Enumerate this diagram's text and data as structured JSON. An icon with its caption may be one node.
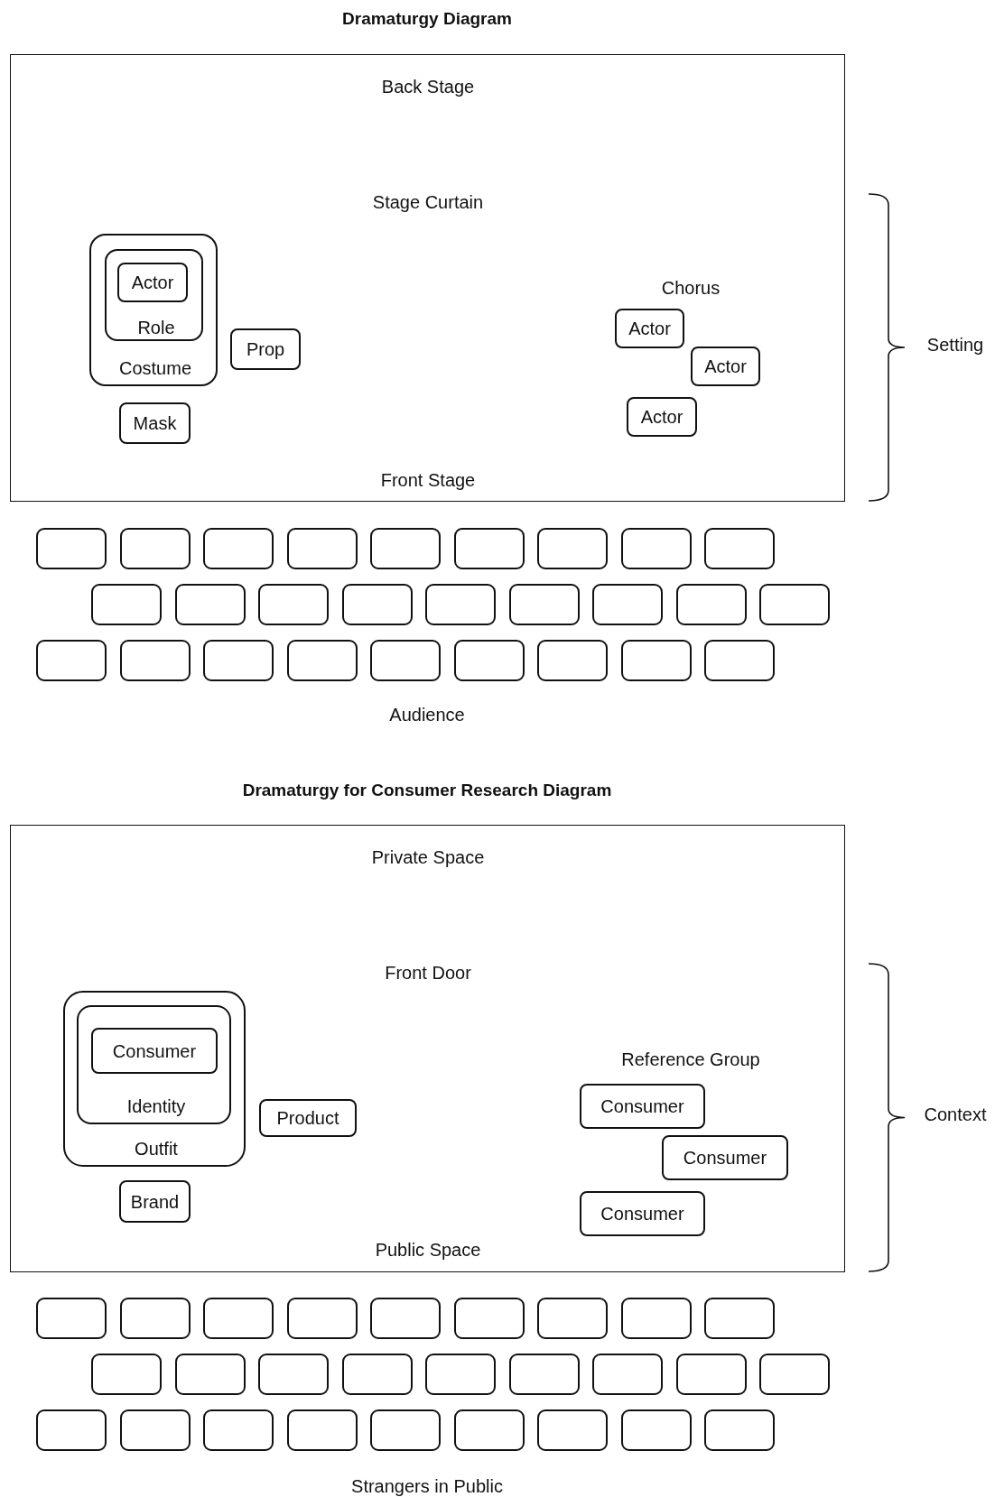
{
  "diagram": {
    "title": "Dramaturgy Diagram",
    "nodes": [
      {
        "text": [
          "Back Stage",
          "Stage Curtain",
          "Front Stage"
        ]
      },
      {
        "text": [
          "Costume"
        ],
        "in": 0
      },
      {
        "text": [
          "Role"
        ],
        "in": 1
      },
      {
        "text": [
          "Actor"
        ],
        "in": 2
      },
      {
        "text": [
          "Prop"
        ],
        "in": 0
      },
      {
        "text": [
          "Mask"
        ],
        "in": 0
      },
      {
        "text": [
          "Actor"
        ],
        "in": 0
      },
      {
        "text": [
          "Actor"
        ],
        "in": 0
      },
      {
        "text": [
          "Actor"
        ],
        "in": 0
      },
      {
        "text": [],
        "shape": "box"
      },
      {
        "text": [],
        "shape": "box"
      },
      {
        "text": [],
        "shape": "box"
      },
      {
        "text": [],
        "shape": "box"
      },
      {
        "text": [],
        "shape": "box"
      },
      {
        "text": [],
        "shape": "box"
      },
      {
        "text": [],
        "shape": "box"
      },
      {
        "text": [],
        "shape": "box"
      },
      {
        "text": [],
        "shape": "box"
      },
      {
        "text": [],
        "shape": "box"
      },
      {
        "text": [],
        "shape": "box"
      },
      {
        "text": [],
        "shape": "box"
      },
      {
        "text": [],
        "shape": "box"
      },
      {
        "text": [],
        "shape": "box"
      },
      {
        "text": [],
        "shape": "box"
      },
      {
        "text": [],
        "shape": "box"
      },
      {
        "text": [],
        "shape": "box"
      },
      {
        "text": [],
        "shape": "box"
      },
      {
        "text": [],
        "shape": "box"
      },
      {
        "text": [],
        "shape": "box"
      },
      {
        "text": [],
        "shape": "box"
      },
      {
        "text": [],
        "shape": "box"
      },
      {
        "text": [],
        "shape": "box"
      },
      {
        "text": [],
        "shape": "box"
      },
      {
        "text": [],
        "shape": "box"
      },
      {
        "text": [],
        "shape": "box"
      },
      {
        "text": [],
        "shape": "box"
      },
      {
        "text": [
          "Private Space",
          "Front Door",
          "Public Space"
        ]
      },
      {
        "text": [
          "Outfit"
        ],
        "in": 36
      },
      {
        "text": [
          "Identity"
        ],
        "in": 37
      },
      {
        "text": [
          "Consumer"
        ],
        "in": 38
      },
      {
        "text": [
          "Product"
        ],
        "in": 36
      },
      {
        "text": [
          "Brand"
        ],
        "in": 36
      },
      {
        "text": [
          "Consumer"
        ],
        "in": 36
      },
      {
        "text": [
          "Consumer"
        ],
        "in": 36
      },
      {
        "text": [
          "Consumer"
        ],
        "in": 36
      },
      {
        "text": [],
        "shape": "box"
      },
      {
        "text": [],
        "shape": "box"
      },
      {
        "text": [],
        "shape": "box"
      },
      {
        "text": [],
        "shape": "box"
      },
      {
        "text": [],
        "shape": "box"
      },
      {
        "text": [],
        "shape": "box"
      },
      {
        "text": [],
        "shape": "box"
      },
      {
        "text": [],
        "shape": "box"
      },
      {
        "text": [],
        "shape": "box"
      },
      {
        "text": [],
        "shape": "box"
      },
      {
        "text": [],
        "shape": "box"
      },
      {
        "text": [],
        "shape": "box"
      },
      {
        "text": [],
        "shape": "box"
      },
      {
        "text": [],
        "shape": "box"
      },
      {
        "text": [],
        "shape": "box"
      },
      {
        "text": [],
        "shape": "box"
      },
      {
        "text": [],
        "shape": "box"
      },
      {
        "text": [],
        "shape": "box"
      },
      {
        "text": [],
        "shape": "box"
      },
      {
        "text": [],
        "shape": "box"
      },
      {
        "text": [],
        "shape": "box"
      },
      {
        "text": [],
        "shape": "box"
      },
      {
        "text": [],
        "shape": "box"
      },
      {
        "text": [],
        "shape": "box"
      },
      {
        "text": [],
        "shape": "box"
      },
      {
        "text": [],
        "shape": "box"
      },
      {
        "text": [],
        "shape": "box"
      }
    ],
    "labels": [
      "Chorus",
      "Setting",
      "Audience",
      "Dramaturgy for Consumer Research Diagram",
      "Reference Group",
      "Context",
      "Strangers in Public"
    ]
  }
}
